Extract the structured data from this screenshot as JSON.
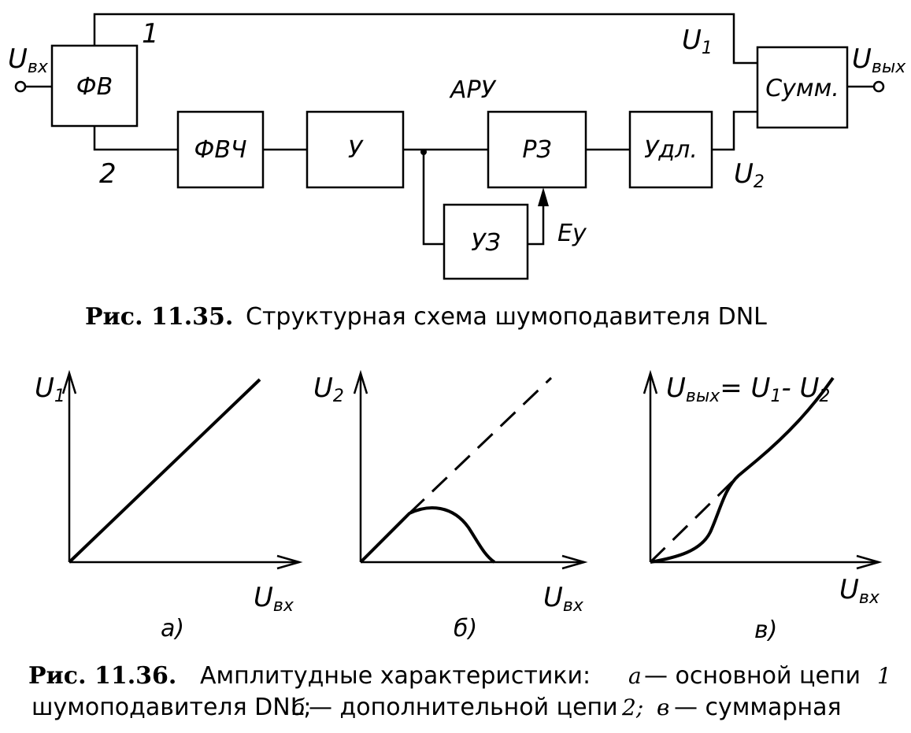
{
  "fig1": {
    "input_main": "U",
    "input_sub": "вх",
    "output_main": "U",
    "output_sub": "вых",
    "branch1": "1",
    "branch2": "2",
    "u1_main": "U",
    "u1_sub": "1",
    "u2_main": "U",
    "u2_sub": "2",
    "agc_label": "АРУ",
    "ey_label": "Еу",
    "blocks": {
      "fv": "ФВ",
      "fvch": "ФВЧ",
      "amp": "У",
      "rz": "РЗ",
      "udl": "Удл.",
      "uz": "УЗ",
      "summ": "Сумм."
    },
    "caption_num": "Рис. 11.35.",
    "caption_text": "Структурная схема шумоподавителя DNL"
  },
  "fig2": {
    "a": {
      "y_main": "U",
      "y_sub": "1",
      "x_main": "U",
      "x_sub": "вх",
      "tag": "а)"
    },
    "b": {
      "y_main": "U",
      "y_sub": "2",
      "x_main": "U",
      "x_sub": "вх",
      "tag": "б)"
    },
    "c": {
      "y_expr": "U",
      "y_sub": "вых",
      "y_rest": "= U",
      "y_rest_sub1": "1",
      "y_minus": "- U",
      "y_rest_sub2": "2",
      "x_main": "U",
      "x_sub": "вх",
      "tag": "в)"
    },
    "caption_num": "Рис. 11.36.",
    "caption_line1_a": "Амплитудные характеристики:",
    "caption_line1_b": "а",
    "caption_line1_c": "— основной цепи",
    "caption_line1_d": "1",
    "caption_line2_a": "шумоподавителя DNL;",
    "caption_line2_b": "б",
    "caption_line2_c": "— дополнительной цепи",
    "caption_line2_d": "2;",
    "caption_line2_e": "в",
    "caption_line2_f": "— суммарная"
  }
}
